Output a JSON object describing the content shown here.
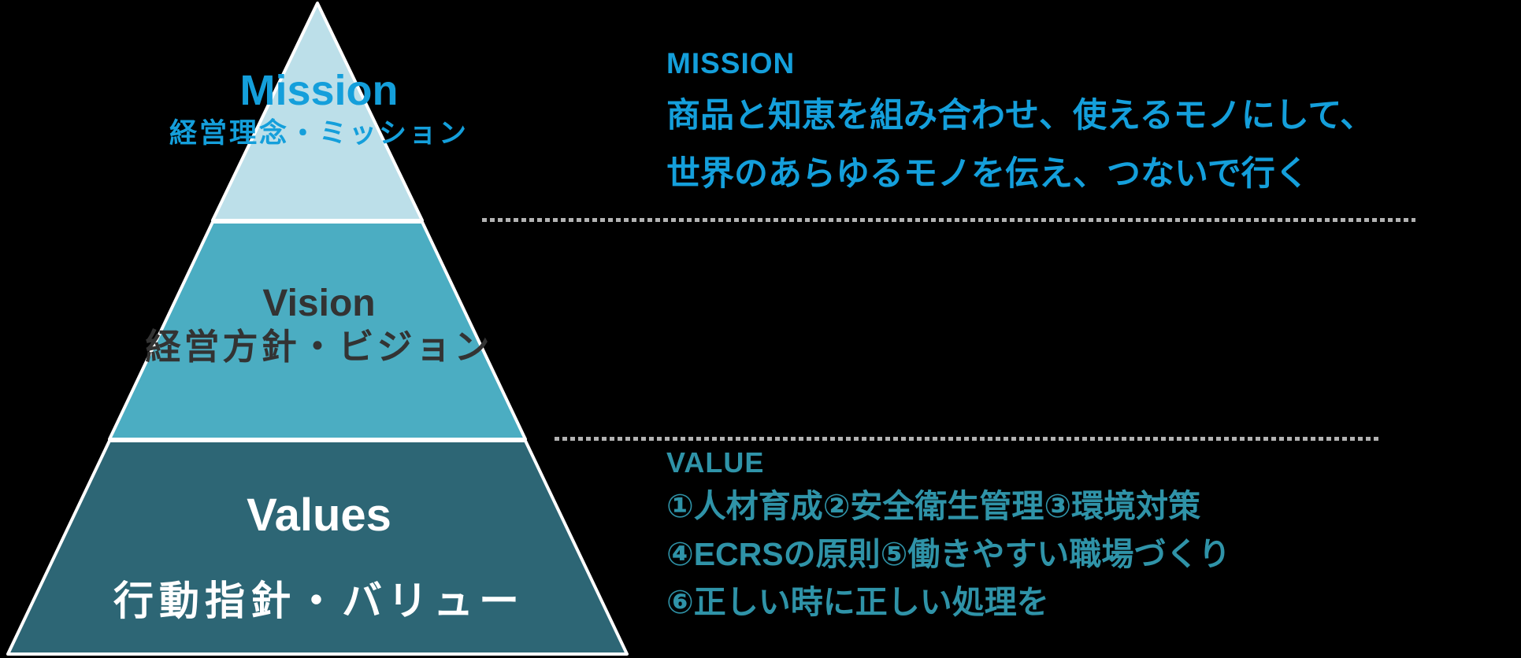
{
  "colors": {
    "background": "#000000",
    "mission_blue": "#149fdb",
    "vision_text": "#333333",
    "values_text": "#ffffff",
    "value_teal": "#2f93a8",
    "dot_gray": "#b2b2b2",
    "pyramid_stroke": "#ffffff",
    "mission_fill": "#bcdfe9",
    "vision_fill": "#4badc2",
    "values_fill": "#2d6675"
  },
  "pyramid": {
    "levels": [
      {
        "id": "mission",
        "label_en": "Mission",
        "label_ja": "経営理念・ミッション"
      },
      {
        "id": "vision",
        "label_en": "Vision",
        "label_ja": "経営方針・ビジョン"
      },
      {
        "id": "values",
        "label_en": "Values",
        "label_ja": "行動指針・バリュー"
      }
    ]
  },
  "mission_panel": {
    "heading": "MISSION",
    "lines": [
      "商品と知恵を組み合わせ、使えるモノにして、",
      "世界のあらゆるモノを伝え、つないで行く"
    ]
  },
  "value_panel": {
    "heading": "VALUE",
    "lines": [
      "①人材育成②安全衛生管理③環境対策",
      "④ECRSの原則⑤働きやすい職場づくり",
      "⑥正しい時に正しい処理を"
    ]
  }
}
